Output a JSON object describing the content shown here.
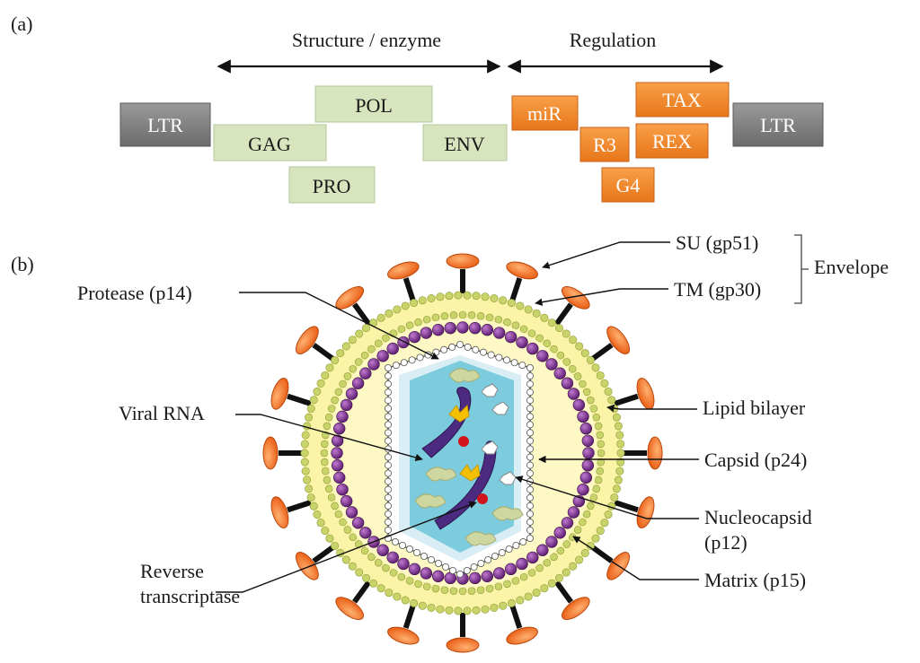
{
  "panel_a": {
    "label": "(a)",
    "structure_heading": "Structure / enzyme",
    "regulation_heading": "Regulation",
    "genes": {
      "ltr_left": "LTR",
      "gag": "GAG",
      "pol": "POL",
      "pro": "PRO",
      "env": "ENV",
      "mir": "miR",
      "r3": "R3",
      "g4": "G4",
      "tax": "TAX",
      "rex": "REX",
      "ltr_right": "LTR"
    }
  },
  "panel_b": {
    "label": "(b)",
    "labels": {
      "su": "SU (gp51)",
      "tm": "TM (gp30)",
      "envelope": "Envelope",
      "protease": "Protease (p14)",
      "viral_rna": "Viral RNA",
      "lipid_bilayer": "Lipid bilayer",
      "capsid": "Capsid (p24)",
      "nucleocapsid_1": "Nucleocapsid",
      "nucleocapsid_2": "(p12)",
      "matrix": "Matrix (p15)",
      "reverse_1": "Reverse",
      "reverse_2": "transcriptase"
    }
  },
  "colors": {
    "ltr": "#7f7f7f",
    "structural": "#d7e4bd",
    "regulatory": "#f08a24",
    "lipid_fill": "#fbf3a6",
    "lipid_bead": "#c8d36a",
    "matrix_bead": "#7a2e8e",
    "capsid_fill": "#6cc5d8",
    "spike": "#f0701f"
  }
}
